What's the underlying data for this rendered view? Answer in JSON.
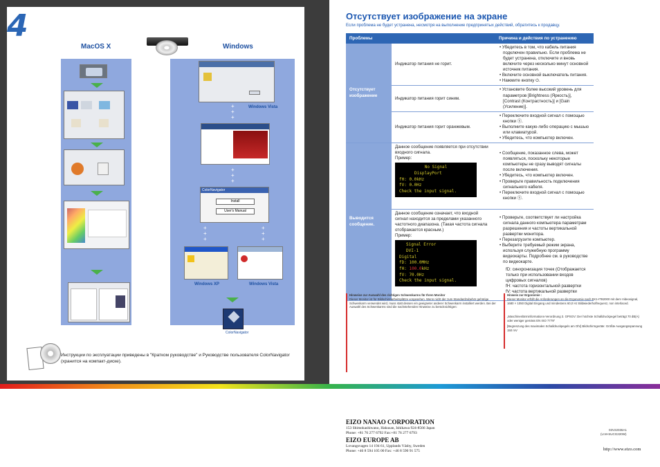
{
  "step_number": "4",
  "left": {
    "mac_label": "MacOS X",
    "windows_label": "Windows",
    "vista_label": "Windows Vista",
    "xp_label": "Windows XP",
    "vista_label_2": "Windows Vista",
    "win_dialog_buttons": [
      "Install",
      "User's Manual"
    ],
    "win_dialog_title": "ColorNavigator",
    "app_label": "ColorNavigator",
    "note": "Инструкции по эксплуатации приведены в \"Кратком руководстве\" и Руководстве пользователя ColorNavigator (хранится на компакт-диске)."
  },
  "right": {
    "title": "Отсутствует изображение на экране",
    "subtitle": "Если проблема не будет устранена, несмотря на выполнение предпринятых действий, обратитесь к продавцу.",
    "headers": [
      "Проблемы",
      "Причина и действия по устранению"
    ],
    "group1": "Отсутствует изображение",
    "row1_problem": "Индикатор питания не горит.",
    "row1_actions": [
      "Убедитесь в том, что кабель питания подключен правильно. Если проблема не будет устранена, отключите и вновь включите через несколько минут основной источник питания.",
      "Включите основной выключатель питания.",
      "Нажмите кнопку ⏻."
    ],
    "row2_problem": "Индикатор питания горит синим.",
    "row2_actions": [
      "Установите более высокий уровень для параметров [Brightness (Яркость)], [Contrast (Контрастность)] и [Gain (Усиление)]."
    ],
    "row3_problem": "Индикатор питания горит оранжевым.",
    "row3_actions": [
      "Переключите входной сигнал с помощью кнопки ⓢ.",
      "Выполните какую-либо операцию с мышью или клавиатурой.",
      "Убедитесь, что компьютер включен."
    ],
    "group2": "Выводится сообщение.",
    "row4_problem": "Данное сообщение появляется при отсутствии входного сигнала.",
    "example_label": "Пример:",
    "screen1": [
      "No Signal",
      "DisplayPort",
      "fH: 0.0kHz",
      "fV: 0.0Hz",
      "Check the input signal."
    ],
    "row4_actions": [
      "Сообщение, показанное слева, может появляться, поскольку некоторые компьютеры не сразу выводят сигналы после включения.",
      "Убедитесь, что компьютер включен.",
      "Проверьте правильность подключения сигнального кабеля.",
      "Переключите входной сигнал с помощью кнопки ⓢ."
    ],
    "row5_problem": "Данное сообщение означает, что входной сигнал находится за пределами указанного частотного диапазона. (Такая частота сигнала отображается красным.)",
    "screen2": [
      "Signal Error",
      "DVI-1",
      "Digital",
      "fD: 100.0MHz",
      "fH: 100.0kHz",
      "fV: 70.0Hz",
      "Check the input signal."
    ],
    "screen2_red": "100.0",
    "row5_actions": [
      "Проверьте, соответствует ли настройка сигнала данного компьютера параметрам разрешения и частоты вертикальной развертки монитора.",
      "Перезагрузите компьютер.",
      "Выберите требуемый режим экрана, используя служебную программу видеокарты. Подробнее см. в руководстве по видеокарте."
    ],
    "legend": [
      "fD: синхронизация точек (Отображается только при использовании входов цифровых сигналов)",
      "fH: частота горизонтальной развертки",
      "fV: частота вертикальной развертки"
    ]
  },
  "german": {
    "left_title": "Hinweise zur Auswahl des richtigen Schwenkarms für Ihren Monitor",
    "left_body": "Dieser Monitor ist für Bildschirmarbeitsplätze vorgesehen. Wenn nicht der zum Standardzubehör gehörige Schwenkarm verwendet wird, muss statt dessen ein geeigneter anderer Schwenkarm installiert werden. Bei der Auswahl des Schwenkarms sind die nachstehenden Hinweise zu berücksichtigen:",
    "right_title": "Hinweis zur Ergonomie :",
    "right_body": "Dieser Monitor erfüllt die Anforderungen an die Ergonomie nach EK1-ITB2000 mit dem Videosignal, 1680 × 1050 Digital Eingang und mindestens 60,0 Hz Bildwiederholfrequenz, non interlaced.",
    "right_note1": "„Maschinenlärminformations-Verordnung 3. GPSGV: Der höchste Schalldruckpegel beträgt 70 dB(A) oder weniger gemäss EN ISO 7779\"",
    "right_note2": "[Begrenzung des maximalen Schalldruckpegels am Ohr] Bildschirmgeräte: Größte Ausgangsspannung 150 mV"
  },
  "footer": {
    "corp1": "EIZO NANAO CORPORATION",
    "corp1_addr": "153 Shimokashiwano, Hakusan, Ishikawa 924-8566 Japan",
    "corp1_phone": "Phone: +81 76 277 6792   Fax:+81 76 277 6793",
    "corp2": "EIZO EUROPE AB",
    "corp2_addr": "Lovangsvagen 14 194 61, Upplands Väsby, Sweden",
    "corp2_phone": "Phone: +46 8 594 105 00   Fax: +46 8 590 91 575",
    "doc_code1": "03V22036A1",
    "doc_code2": "(U.M-SUCG220W)",
    "url": "http://www.eizo.com"
  }
}
